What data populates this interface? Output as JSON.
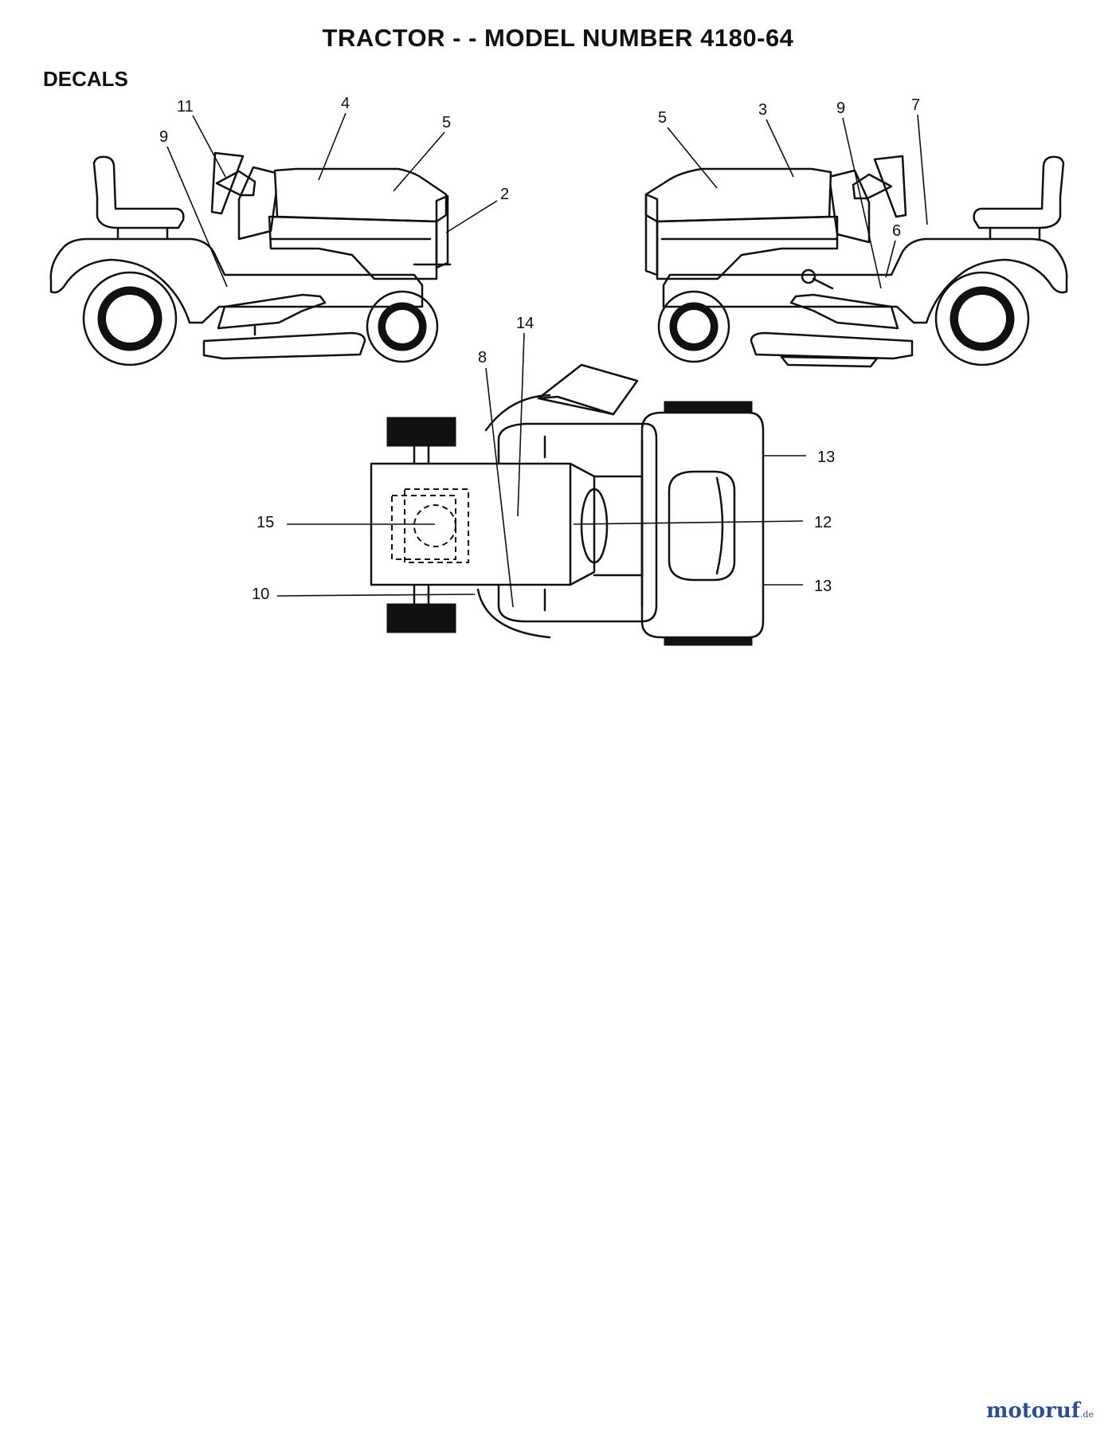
{
  "title": "TRACTOR - - MODEL NUMBER 4180-64",
  "section_label": "DECALS",
  "callouts": {
    "left_view": [
      "11",
      "4",
      "5",
      "9",
      "2"
    ],
    "right_view": [
      "5",
      "3",
      "9",
      "7",
      "6"
    ],
    "top_view": [
      "14",
      "8",
      "13",
      "15",
      "12",
      "10",
      "13"
    ]
  },
  "watermark": {
    "logo_text": "motoruf",
    "suffix": ".de"
  }
}
